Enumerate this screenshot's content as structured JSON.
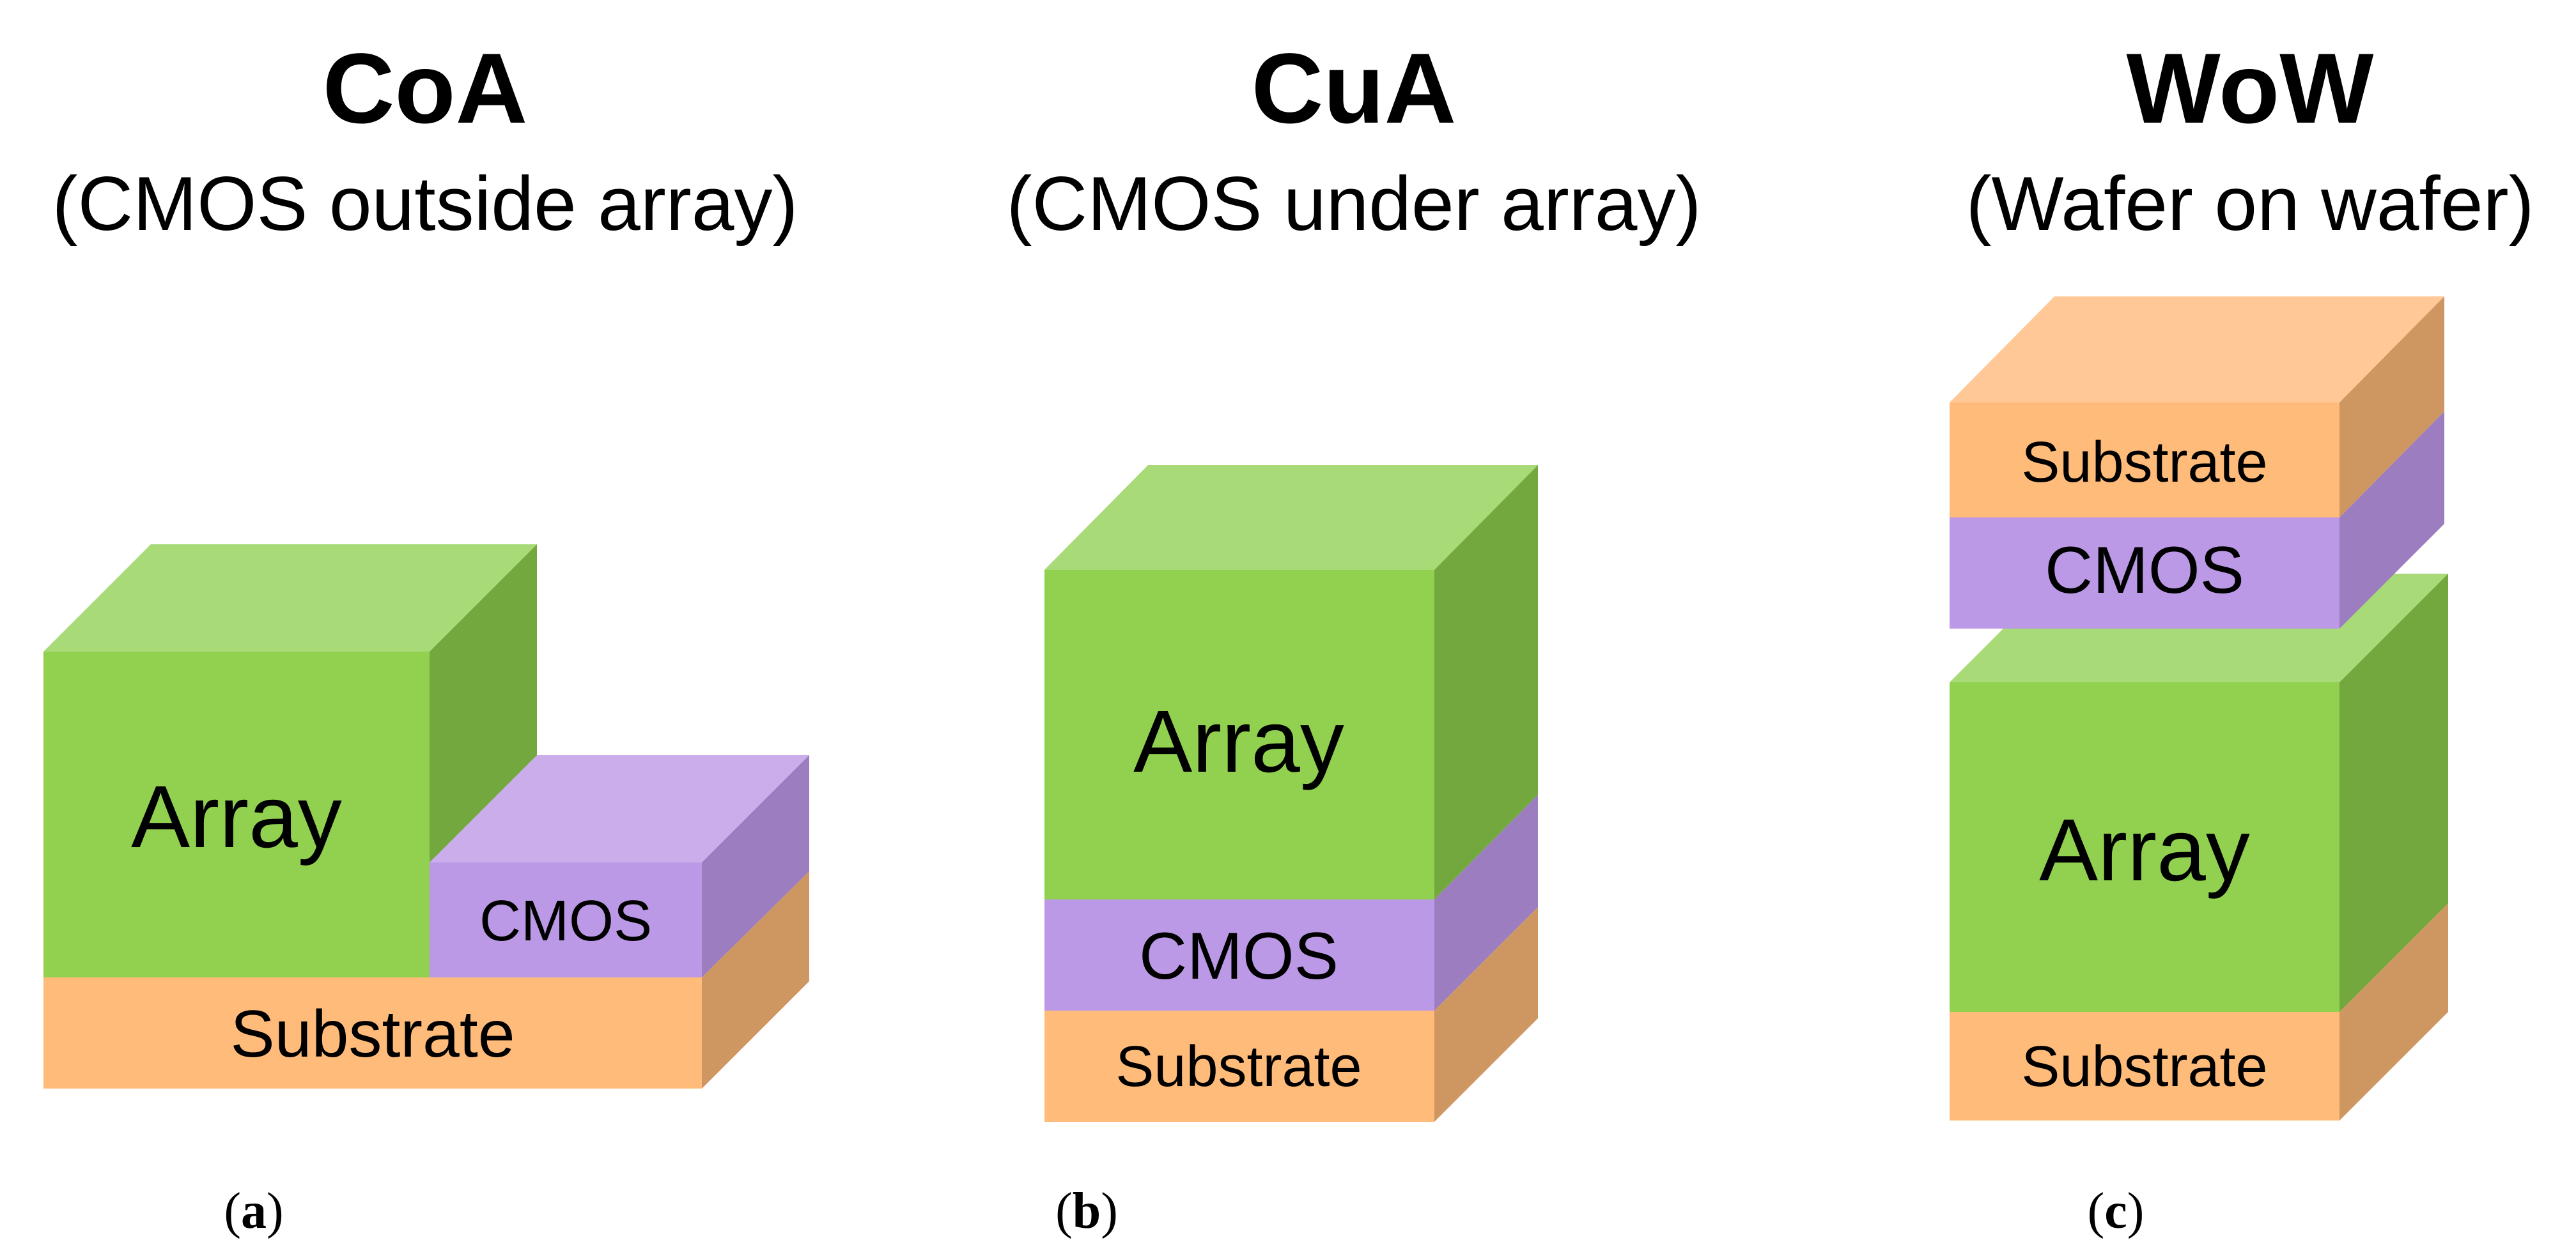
{
  "colors": {
    "array": {
      "front": "#92D050",
      "top": "#A9DA78",
      "side": "#73A83E"
    },
    "cmos": {
      "front": "#BB99E6",
      "top": "#CBADEB",
      "side": "#9C7EC0"
    },
    "substrate": {
      "front": "#FFBB7A",
      "top": "#FFC896",
      "side": "#CE9660"
    }
  },
  "panels": {
    "a": {
      "title": "CoA",
      "subtitle": "(CMOS outside array)",
      "caption_letter": "a",
      "labels": {
        "array": "Array",
        "cmos": "CMOS",
        "substrate": "Substrate"
      }
    },
    "b": {
      "title": "CuA",
      "subtitle": "(CMOS under array)",
      "caption_letter": "b",
      "labels": {
        "array": "Array",
        "cmos": "CMOS",
        "substrate": "Substrate"
      }
    },
    "c": {
      "title": "WoW",
      "subtitle": "(Wafer on wafer)",
      "caption_letter": "c",
      "labels": {
        "array": "Array",
        "substrate_bottom": "Substrate",
        "cmos": "CMOS",
        "substrate_top": "Substrate"
      }
    }
  }
}
